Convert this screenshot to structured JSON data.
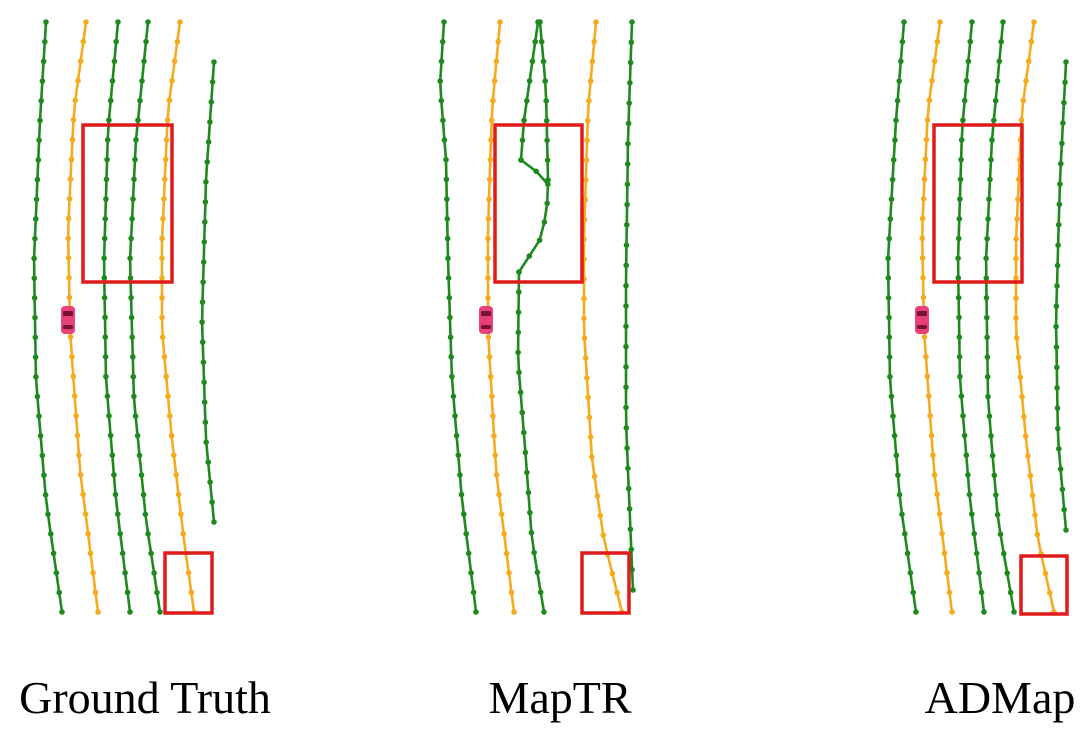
{
  "colors": {
    "divider": "#1e8a1e",
    "centerline": "#f5ab1e",
    "highlight_box": "#e01b1b",
    "ego_car": "#e8407a"
  },
  "panels": [
    {
      "caption": "Ground Truth"
    },
    {
      "caption": "MapTR"
    },
    {
      "caption": "ADMap"
    }
  ]
}
